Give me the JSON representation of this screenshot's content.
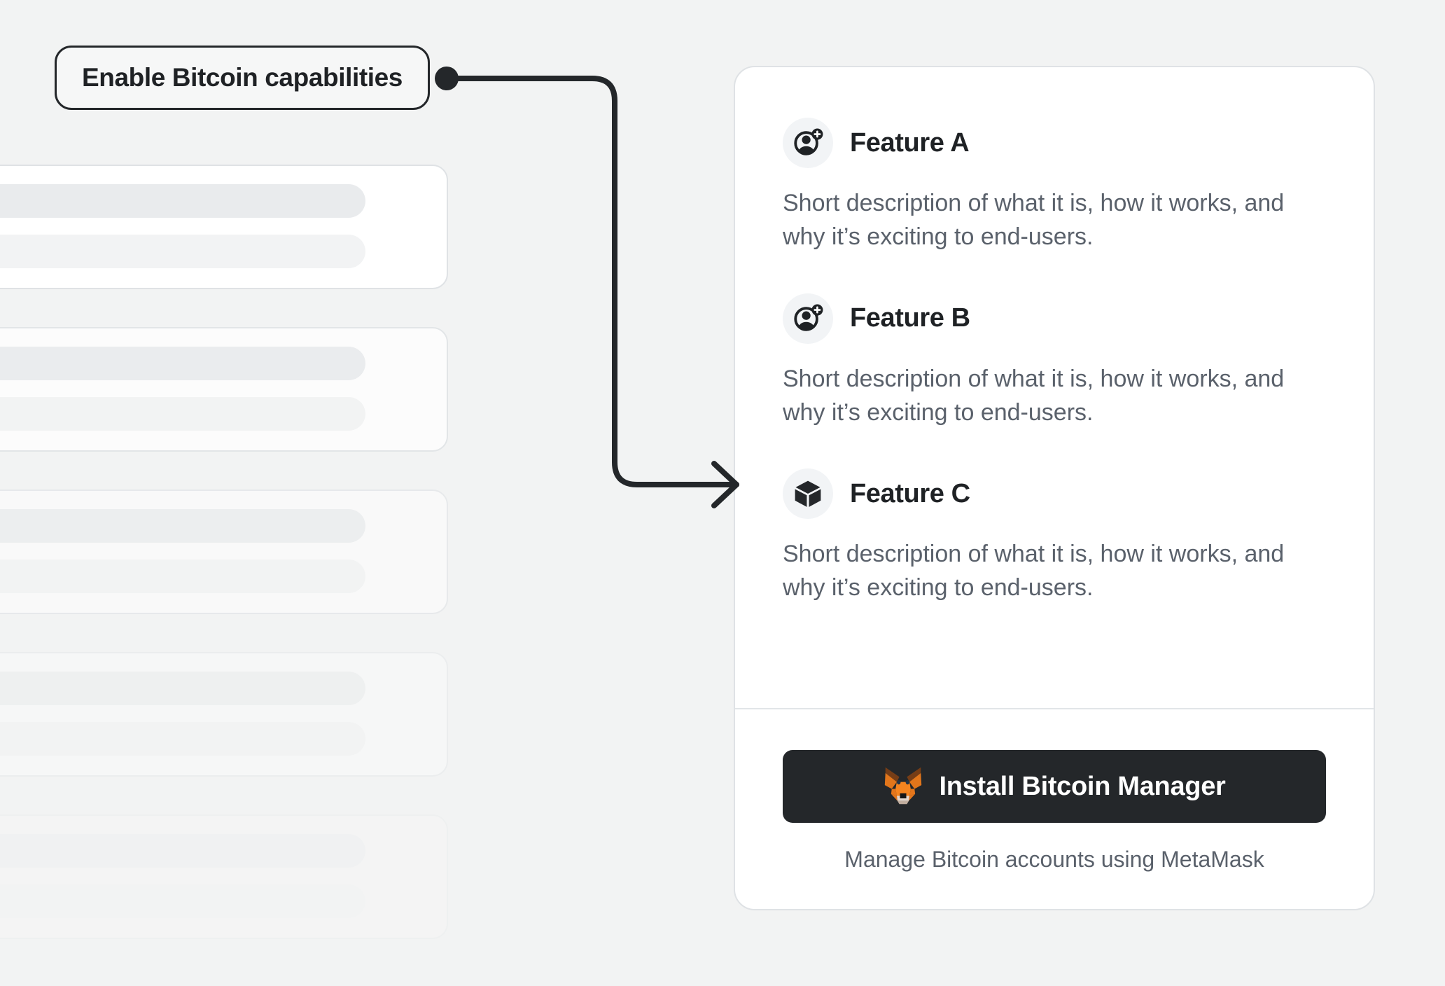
{
  "callout": {
    "label": "Enable Bitcoin capabilities",
    "connector_dot": "connector-dot",
    "arrow": "arrow-head"
  },
  "skeleton": {
    "placeholder_count": 5,
    "aria_label": "Loading account list placeholder"
  },
  "card": {
    "features": [
      {
        "icon": "account-add-icon",
        "title": "Feature A",
        "description": "Short description of what it is, how it works, and why it’s exciting to end-users."
      },
      {
        "icon": "account-add-icon",
        "title": "Feature B",
        "description": "Short description of what it is, how it works, and why it’s exciting to end-users."
      },
      {
        "icon": "cube-icon",
        "title": "Feature C",
        "description": "Short description of what it is, how it works, and why it’s exciting to end-users."
      }
    ],
    "install": {
      "icon": "metamask-fox-icon",
      "button_label": "Install Bitcoin Manager",
      "caption": "Manage Bitcoin accounts using MetaMask"
    }
  },
  "colors": {
    "background": "#f2f3f3",
    "card_background": "#ffffff",
    "card_border": "#dfe2e5",
    "text_primary": "#1f2225",
    "text_secondary": "#5a616b",
    "button_background": "#24272a",
    "button_text": "#ffffff",
    "icon_background": "#f2f4f6",
    "connector": "#24272a",
    "metamask_orange": "#e2761b",
    "metamask_orange_light": "#f5841f",
    "metamask_brown": "#763d16",
    "metamask_cream": "#e4d7cd"
  }
}
